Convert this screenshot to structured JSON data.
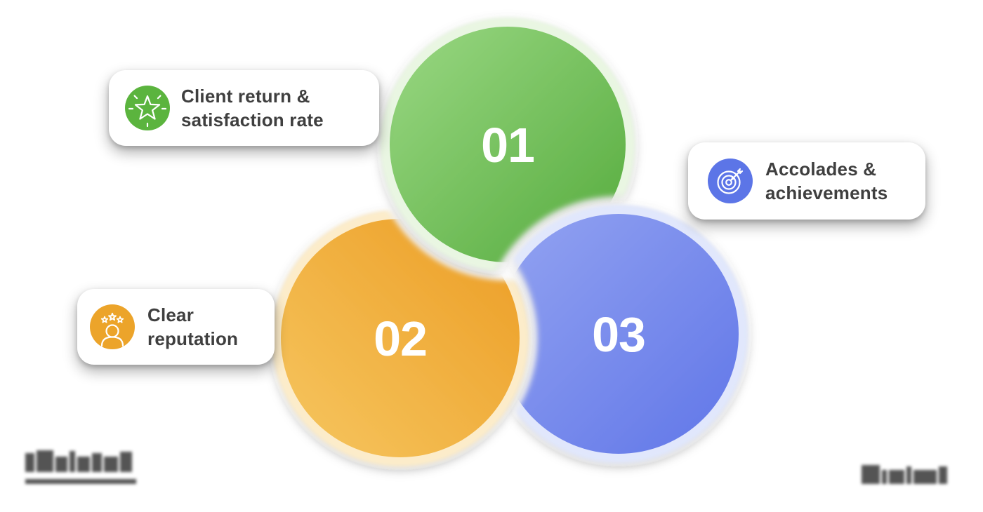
{
  "circles": [
    {
      "number": "01",
      "name": "green",
      "gradient_from": "#9ad883",
      "gradient_to": "#55ab3d",
      "glow": "#e9f6e2"
    },
    {
      "number": "02",
      "name": "orange",
      "gradient_from": "#f6c660",
      "gradient_to": "#ec9d24",
      "glow": "#fcecca"
    },
    {
      "number": "03",
      "name": "blue",
      "gradient_from": "#93a3f1",
      "gradient_to": "#6076e8",
      "glow": "#e1e7fc"
    }
  ],
  "cards": [
    {
      "lines": [
        "Client return &",
        "satisfaction rate"
      ],
      "icon": "sparkle-star-icon",
      "icon_color": "#5bb43e"
    },
    {
      "lines": [
        "Accolades &",
        "achievements"
      ],
      "icon": "target-arrow-icon",
      "icon_color": "#5c75e7"
    },
    {
      "lines": [
        "Clear",
        "reputation"
      ],
      "icon": "person-stars-icon",
      "icon_color": "#eca42a"
    }
  ],
  "text_color": "#3f3f3f",
  "number_color": "#ffffff"
}
